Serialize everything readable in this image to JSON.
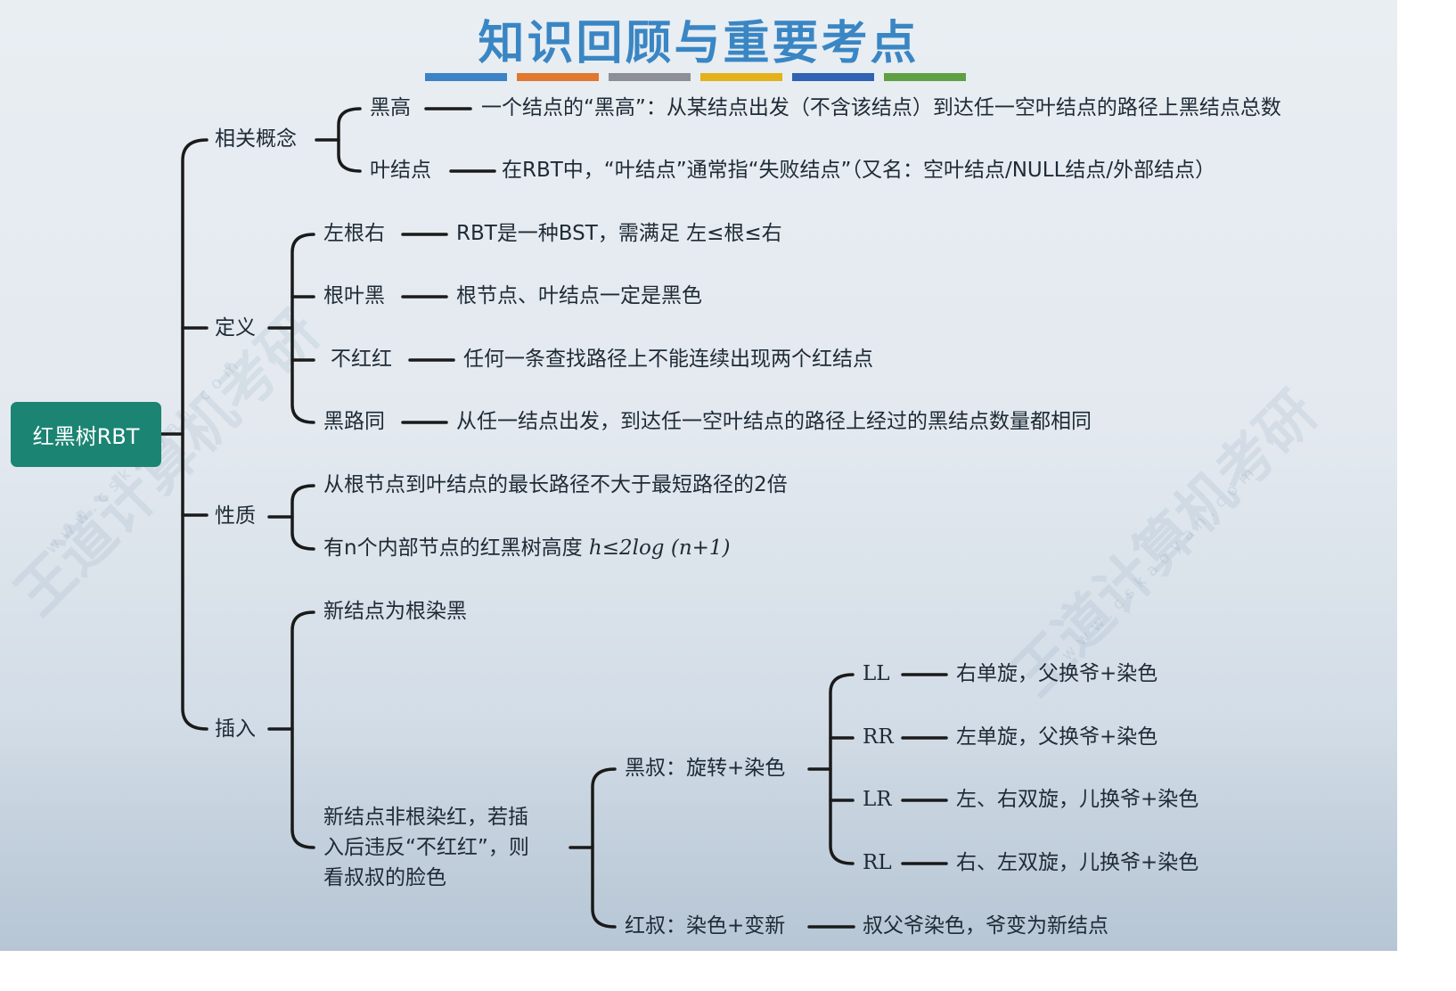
{
  "title": "知识回顾与重要考点",
  "title_bar_colors": [
    "#3b82c6",
    "#e0782f",
    "#8c9096",
    "#e3b21a",
    "#2f62b3",
    "#5fa042"
  ],
  "root": "红黑树RBT",
  "branches": {
    "concepts": {
      "label": "相关概念",
      "black_height": {
        "term": "黑高",
        "desc": "一个结点的“黑高”：从某结点出发（不含该结点）到达任一空叶结点的路径上黑结点总数"
      },
      "leaf": {
        "term": "叶结点",
        "desc": "在RBT中，“叶结点”通常指“失败结点”（又名：空叶结点/NULL结点/外部结点）"
      }
    },
    "definition": {
      "label": "定义",
      "items": [
        {
          "term": "左根右",
          "desc": "RBT是一种BST，需满足 左≤根≤右"
        },
        {
          "term": "根叶黑",
          "desc": "根节点、叶结点一定是黑色"
        },
        {
          "term": "不红红",
          "desc": "任何一条查找路径上不能连续出现两个红结点"
        },
        {
          "term": "黑路同",
          "desc": "从任一结点出发，到达任一空叶结点的路径上经过的黑结点数量都相同"
        }
      ]
    },
    "properties": {
      "label": "性质",
      "items": [
        "从根节点到叶结点的最长路径不大于最短路径的2倍"
      ],
      "height_prefix": "有n个内部节点的红黑树高度 ",
      "height_formula": "h≤2log (n+1)"
    },
    "insertion": {
      "label": "插入",
      "root_case": "新结点为根染黑",
      "nonroot_case_lines": [
        "新结点非根染红，若插",
        "入后违反“不红红”，则",
        "看叔叔的脸色"
      ],
      "black_uncle": {
        "label": "黑叔：旋转+染色",
        "cases": [
          {
            "term": "LL",
            "desc": "右单旋，父换爷+染色"
          },
          {
            "term": "RR",
            "desc": "左单旋，父换爷+染色"
          },
          {
            "term": "LR",
            "desc": "左、右双旋，儿换爷+染色"
          },
          {
            "term": "RL",
            "desc": "右、左双旋，儿换爷+染色"
          }
        ]
      },
      "red_uncle": {
        "label": "红叔：染色+变新",
        "desc": "叔父爷染色，爷变为新结点"
      }
    }
  },
  "watermark": {
    "brand": "王道计算机考研",
    "site": "www.cskaoyan.com"
  }
}
